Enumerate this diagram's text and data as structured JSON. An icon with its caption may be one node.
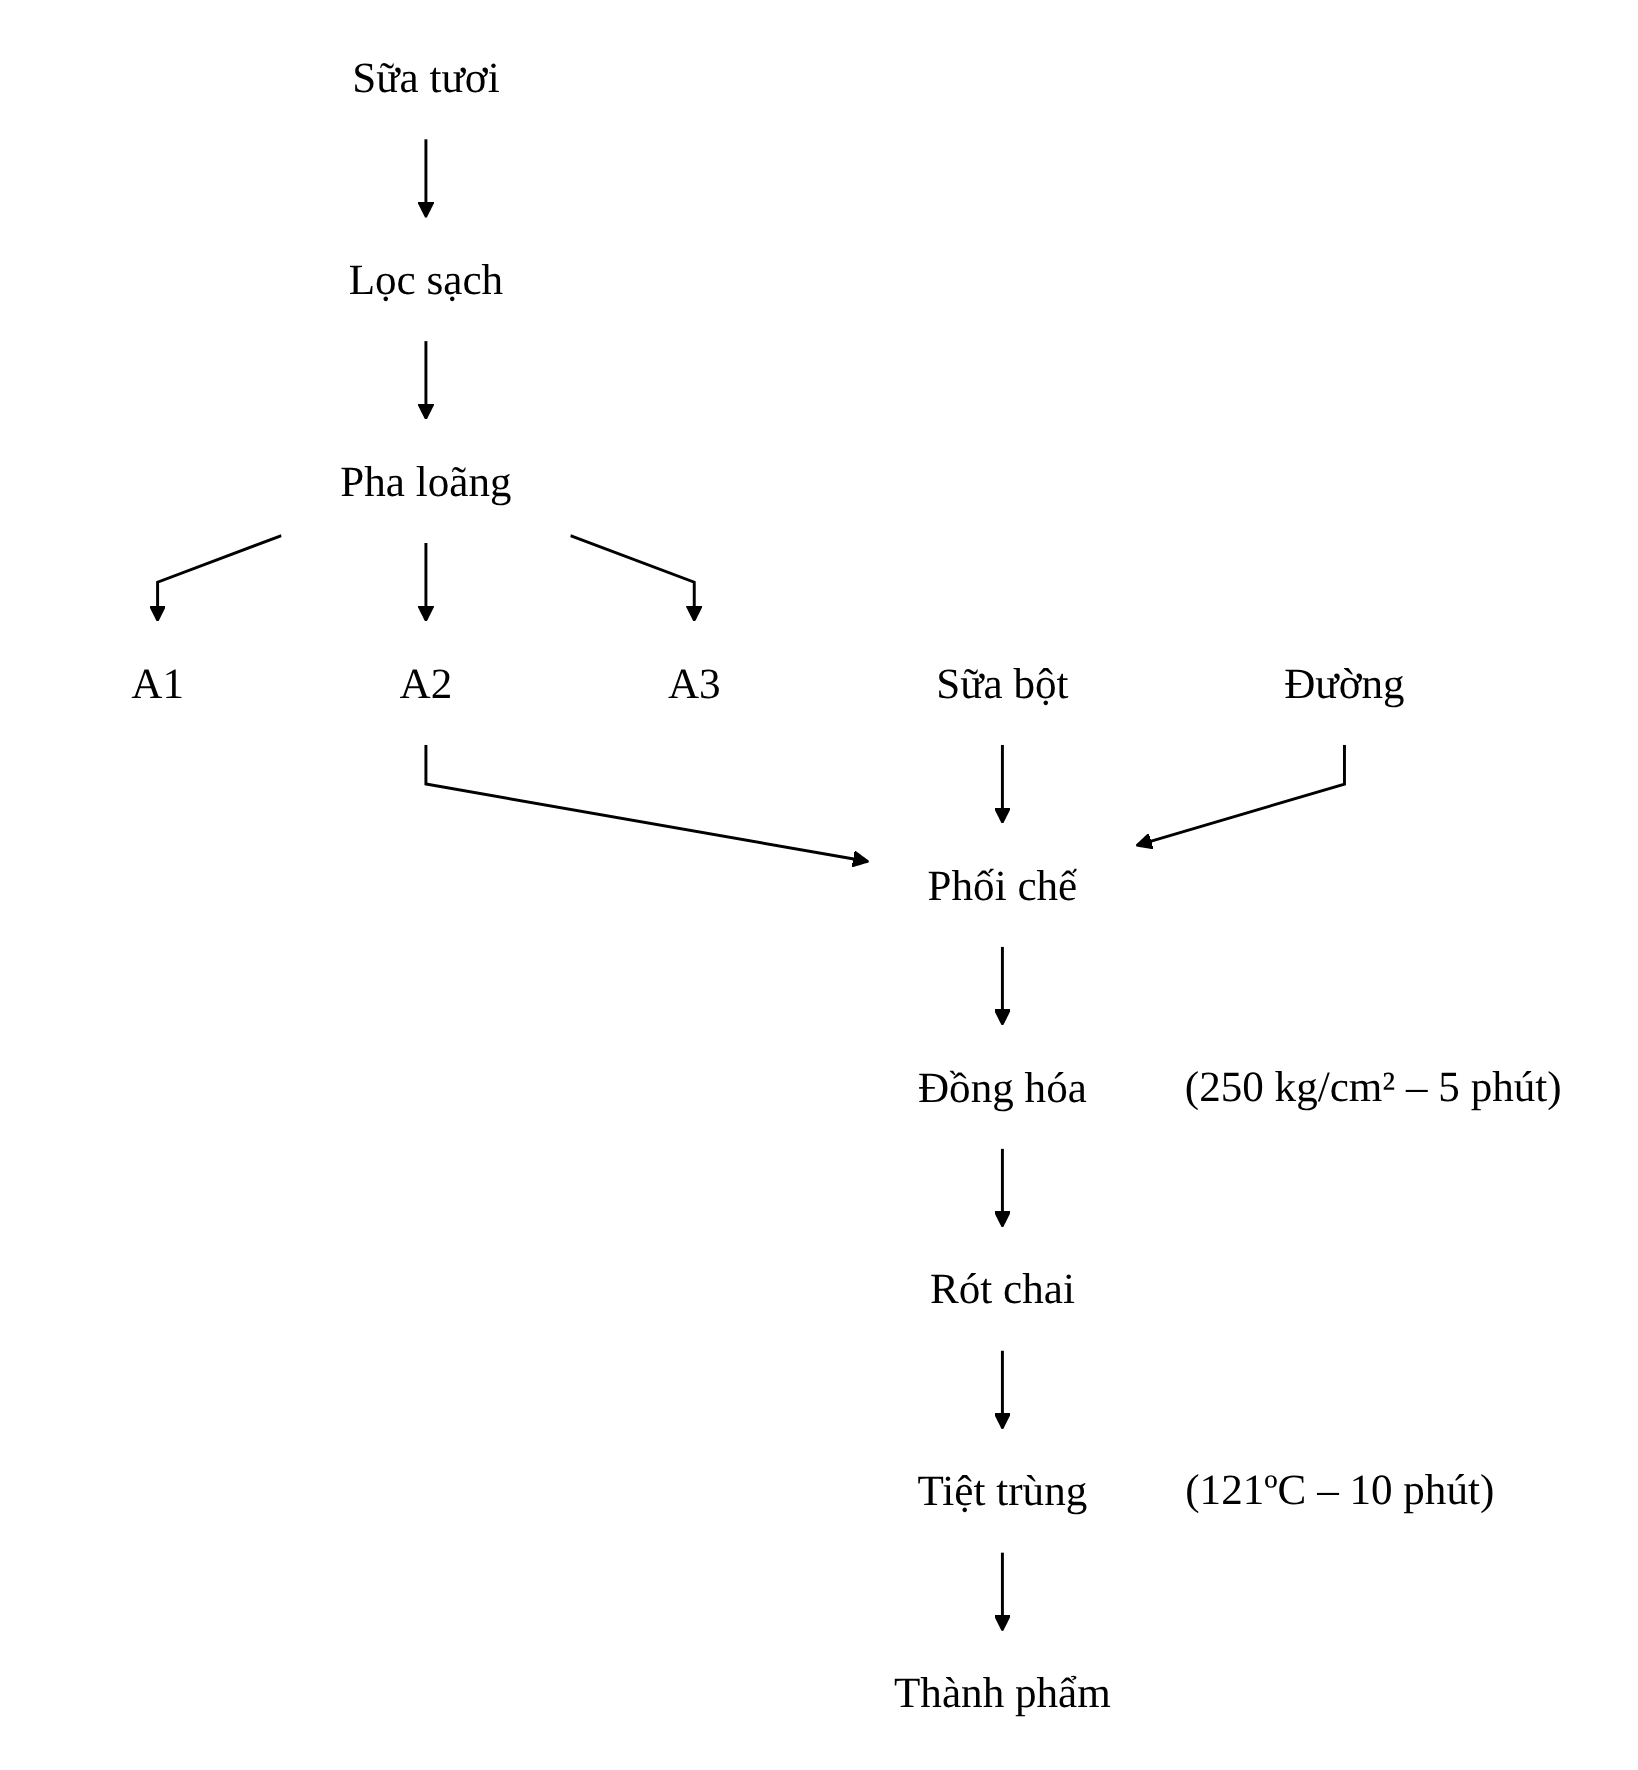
{
  "diagram": {
    "nodes": [
      {
        "text": [
          "Sữa tươi"
        ]
      },
      {
        "text": [
          "Lọc sạch"
        ]
      },
      {
        "text": [
          "Pha loãng"
        ]
      },
      {
        "text": [
          "A1"
        ]
      },
      {
        "text": [
          "A2"
        ]
      },
      {
        "text": [
          "A3"
        ]
      },
      {
        "text": [
          "Sữa bột"
        ]
      },
      {
        "text": [
          "Phối chế"
        ]
      },
      {
        "text": [
          "Đường"
        ]
      },
      {
        "text": [
          "Đồng hóa"
        ],
        "beside": [
          "(250 kg/cm² – 5 phút)"
        ]
      },
      {
        "text": [
          "Rót chai"
        ]
      },
      {
        "text": [
          "Tiệt trùng"
        ],
        "beside": [
          "(121ºC – 10 phút)"
        ]
      },
      {
        "text": [
          "Thành phẩm"
        ]
      }
    ],
    "edges": [
      {
        "from": 0,
        "to": 1,
        "arrow": "to"
      },
      {
        "from": 1,
        "to": 2,
        "arrow": "to"
      },
      {
        "from": 2,
        "to": 3,
        "arrow": "to"
      },
      {
        "from": 2,
        "to": 4,
        "arrow": "to"
      },
      {
        "from": 2,
        "to": 5,
        "arrow": "to"
      },
      {
        "from": 4,
        "to": 7,
        "arrow": "to"
      },
      {
        "from": 6,
        "to": 7,
        "arrow": "to"
      },
      {
        "from": 8,
        "to": 7,
        "arrow": "to"
      },
      {
        "from": 7,
        "to": 9,
        "arrow": "to"
      },
      {
        "from": 9,
        "to": 10,
        "arrow": "to"
      },
      {
        "from": 10,
        "to": 11,
        "arrow": "to"
      },
      {
        "from": 11,
        "to": 12,
        "arrow": "to"
      }
    ]
  }
}
